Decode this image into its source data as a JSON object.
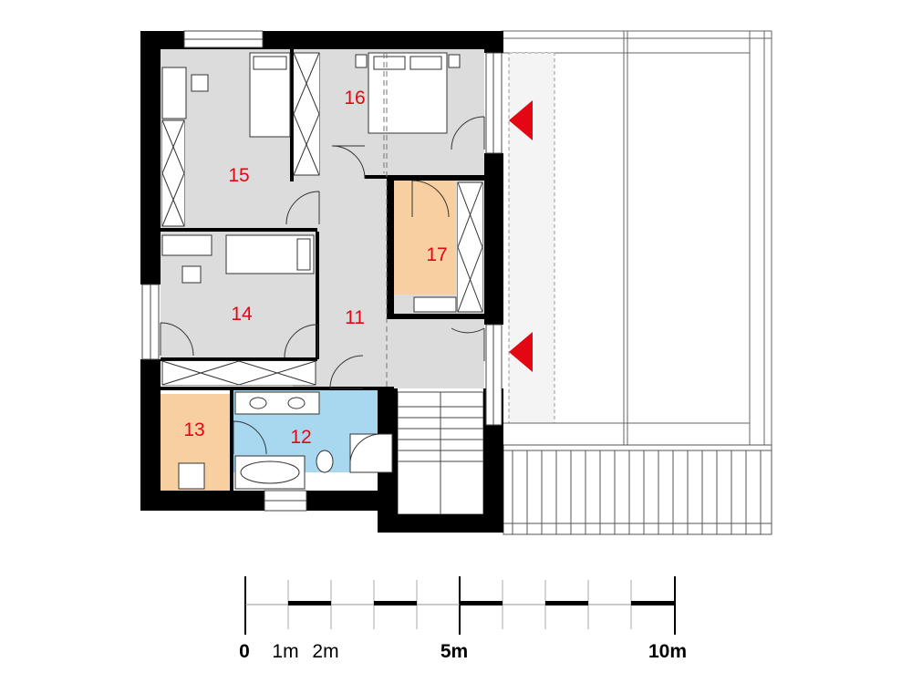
{
  "rooms": {
    "r11": "11",
    "r12": "12",
    "r13": "13",
    "r14": "14",
    "r15": "15",
    "r16": "16",
    "r17": "17"
  },
  "scale": {
    "l0": "0",
    "l1": "1m",
    "l2": "2m",
    "l5": "5m",
    "l10": "10m"
  },
  "colors": {
    "wall": "#000000",
    "floor": "#dcdcdc",
    "bathroom": "#a8d8f0",
    "utility": "#f7cfa0",
    "arrow": "#e30613"
  },
  "icons": {
    "direction_arrow": "red-triangle-icon"
  }
}
